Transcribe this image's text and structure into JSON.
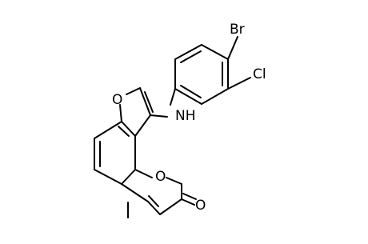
{
  "atom_labels": {
    "br": "Br",
    "cl": "Cl",
    "nh": "NH",
    "o_furan": "O",
    "o_pyran": "O",
    "o_carbonyl": "O"
  },
  "colors": {
    "bond": "#000000",
    "label": "#000000",
    "background": "#ffffff"
  }
}
